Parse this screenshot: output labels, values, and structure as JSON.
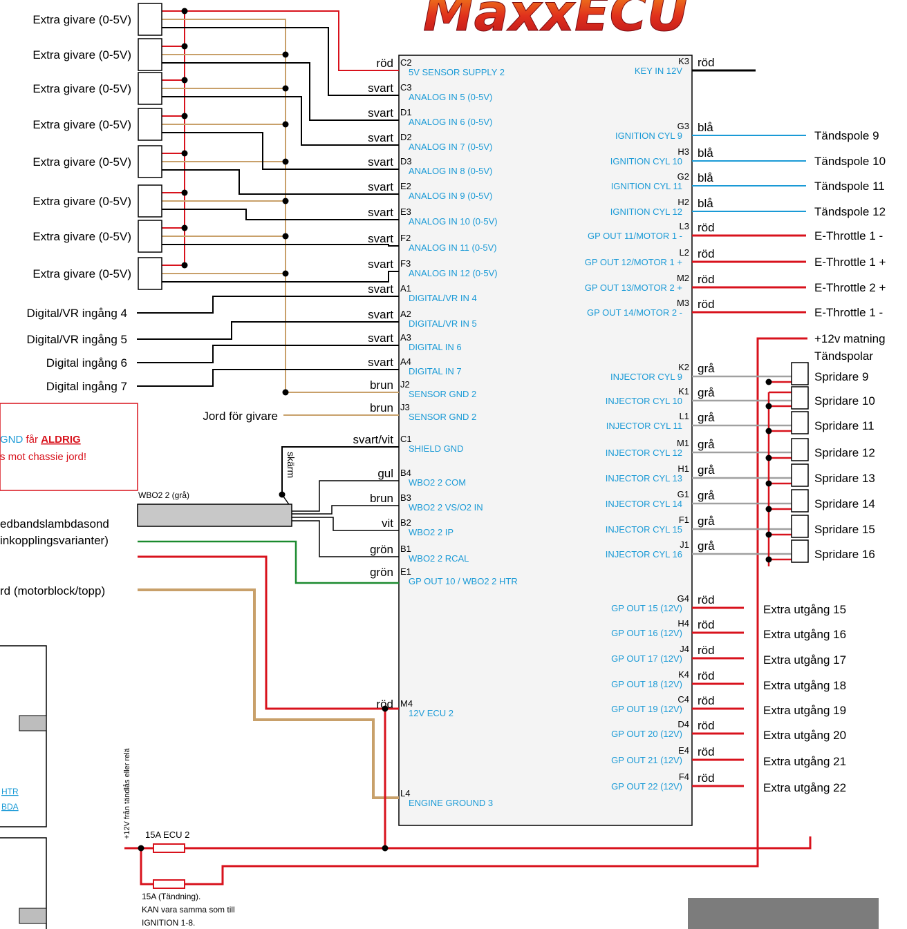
{
  "brand": {
    "title": "MaxxECU"
  },
  "colors": {
    "red": "#d8121c",
    "blue": "#1a9ad6",
    "black": "#000000",
    "brown": "#c8a06a",
    "green": "#1a8a2e",
    "grey": "#a0a0a0",
    "pinText": "#1a9ad6"
  },
  "left_sensors": {
    "labels": [
      "Extra givare (0-5V)",
      "Extra givare (0-5V)",
      "Extra givare (0-5V)",
      "Extra givare (0-5V)",
      "Extra givare (0-5V)",
      "Extra givare (0-5V)",
      "Extra givare (0-5V)",
      "Extra givare (0-5V)"
    ]
  },
  "left_inputs": {
    "labels": [
      "Digital/VR ingång 4",
      "Digital/VR ingång 5",
      "Digital ingång 6",
      "Digital ingång 7"
    ]
  },
  "ground_label": "Jord för givare",
  "warning": {
    "part1": "GND",
    "part2": " får ",
    "bold": "ALDRIG",
    "line2": "s mot chassie jord!"
  },
  "wbo2": {
    "cable_label": "WBO2 2 (grå)",
    "shield_label": "skärm",
    "desc_line1": "edbandslambdasond",
    "desc_line2": "inkopplingsvarianter)",
    "ground_line": "rd (motorblock/topp)"
  },
  "bottom": {
    "feed_label": "+12V från tändlås eller relä",
    "fuse1": "15A ECU 2",
    "fuse2_line1": "15A (Tändning).",
    "fuse2_line2": "KAN vara samma som till",
    "fuse2_line3": "IGNITION 1-8."
  },
  "inset_labels": {
    "htr": "HTR",
    "bda": "BDA"
  },
  "left_pins": [
    {
      "pin": "C2",
      "name": "5V SENSOR SUPPLY 2",
      "wire": "röd"
    },
    {
      "pin": "C3",
      "name": "ANALOG IN 5 (0-5V)",
      "wire": "svart"
    },
    {
      "pin": "D1",
      "name": "ANALOG IN 6 (0-5V)",
      "wire": "svart"
    },
    {
      "pin": "D2",
      "name": "ANALOG IN 7 (0-5V)",
      "wire": "svart"
    },
    {
      "pin": "D3",
      "name": "ANALOG IN 8 (0-5V)",
      "wire": "svart"
    },
    {
      "pin": "E2",
      "name": "ANALOG IN 9 (0-5V)",
      "wire": "svart"
    },
    {
      "pin": "E3",
      "name": "ANALOG IN 10 (0-5V)",
      "wire": "svart"
    },
    {
      "pin": "F2",
      "name": "ANALOG IN 11 (0-5V)",
      "wire": "svart"
    },
    {
      "pin": "F3",
      "name": "ANALOG IN 12 (0-5V)",
      "wire": "svart"
    },
    {
      "pin": "A1",
      "name": "DIGITAL/VR IN 4",
      "wire": "svart"
    },
    {
      "pin": "A2",
      "name": "DIGITAL/VR IN 5",
      "wire": "svart"
    },
    {
      "pin": "A3",
      "name": "DIGITAL IN 6",
      "wire": "svart"
    },
    {
      "pin": "A4",
      "name": "DIGITAL IN 7",
      "wire": "svart"
    },
    {
      "pin": "J2",
      "name": "SENSOR GND 2",
      "wire": "brun"
    },
    {
      "pin": "J3",
      "name": "SENSOR GND 2",
      "wire": "brun"
    },
    {
      "pin": "C1",
      "name": "SHIELD GND",
      "wire": "svart/vit"
    },
    {
      "pin": "B4",
      "name": "WBO2 2 COM",
      "wire": "gul"
    },
    {
      "pin": "B3",
      "name": "WBO2 2 VS/O2 IN",
      "wire": "brun"
    },
    {
      "pin": "B2",
      "name": "WBO2 2 IP",
      "wire": "vit"
    },
    {
      "pin": "B1",
      "name": "WBO2 2 RCAL",
      "wire": "grön"
    },
    {
      "pin": "E1",
      "name": "GP OUT 10 / WBO2 2 HTR",
      "wire": "grön"
    },
    {
      "pin": "M4",
      "name": "12V ECU 2",
      "wire": "röd"
    },
    {
      "pin": "L4",
      "name": "ENGINE GROUND 3",
      "wire": ""
    }
  ],
  "right_pins": [
    {
      "pin": "K3",
      "name": "KEY IN 12V",
      "wire": "röd",
      "dest": ""
    },
    {
      "pin": "G3",
      "name": "IGNITION CYL 9",
      "wire": "blå",
      "dest": "Tändspole 9"
    },
    {
      "pin": "H3",
      "name": "IGNITION CYL 10",
      "wire": "blå",
      "dest": "Tändspole 10"
    },
    {
      "pin": "G2",
      "name": "IGNITION CYL 11",
      "wire": "blå",
      "dest": "Tändspole 11"
    },
    {
      "pin": "H2",
      "name": "IGNITION CYL 12",
      "wire": "blå",
      "dest": "Tändspole 12"
    },
    {
      "pin": "L3",
      "name": "GP  OUT 11/MOTOR 1 -",
      "wire": "röd",
      "dest": "E-Throttle 1 -"
    },
    {
      "pin": "L2",
      "name": "GP  OUT 12/MOTOR 1 +",
      "wire": "röd",
      "dest": "E-Throttle 1 +"
    },
    {
      "pin": "M2",
      "name": "GP  OUT 13/MOTOR 2 +",
      "wire": "röd",
      "dest": "E-Throttle 2 +"
    },
    {
      "pin": "M3",
      "name": "GP  OUT 14/MOTOR 2 -",
      "wire": "röd",
      "dest": "E-Throttle 1 -"
    },
    {
      "pin": "K2",
      "name": "INJECTOR CYL 9",
      "wire": "grå",
      "dest": "Spridare 9"
    },
    {
      "pin": "K1",
      "name": "INJECTOR CYL 10",
      "wire": "grå",
      "dest": "Spridare 10"
    },
    {
      "pin": "L1",
      "name": "INJECTOR CYL 11",
      "wire": "grå",
      "dest": "Spridare 11"
    },
    {
      "pin": "M1",
      "name": "INJECTOR CYL 12",
      "wire": "grå",
      "dest": "Spridare 12"
    },
    {
      "pin": "H1",
      "name": "INJECTOR CYL 13",
      "wire": "grå",
      "dest": "Spridare 13"
    },
    {
      "pin": "G1",
      "name": "INJECTOR CYL 14",
      "wire": "grå",
      "dest": "Spridare 14"
    },
    {
      "pin": "F1",
      "name": "INJECTOR CYL 15",
      "wire": "grå",
      "dest": "Spridare 15"
    },
    {
      "pin": "J1",
      "name": "INJECTOR CYL 16",
      "wire": "grå",
      "dest": "Spridare 16"
    },
    {
      "pin": "G4",
      "name": "GP OUT 15 (12V)",
      "wire": "röd",
      "dest": "Extra utgång 15"
    },
    {
      "pin": "H4",
      "name": "GP OUT 16 (12V)",
      "wire": "röd",
      "dest": "Extra utgång 16"
    },
    {
      "pin": "J4",
      "name": "GP OUT 17 (12V)",
      "wire": "röd",
      "dest": "Extra utgång 17"
    },
    {
      "pin": "K4",
      "name": "GP OUT 18 (12V)",
      "wire": "röd",
      "dest": "Extra utgång 18"
    },
    {
      "pin": "C4",
      "name": "GP OUT 19 (12V)",
      "wire": "röd",
      "dest": "Extra utgång 19"
    },
    {
      "pin": "D4",
      "name": "GP OUT 20 (12V)",
      "wire": "röd",
      "dest": "Extra utgång 20"
    },
    {
      "pin": "E4",
      "name": "GP OUT 21 (12V)",
      "wire": "röd",
      "dest": "Extra utgång 21"
    },
    {
      "pin": "F4",
      "name": "GP OUT  22 (12V)",
      "wire": "röd",
      "dest": "Extra utgång 22"
    }
  ],
  "feed": {
    "line1": "+12v  matning",
    "line2": "Tändspolar"
  }
}
